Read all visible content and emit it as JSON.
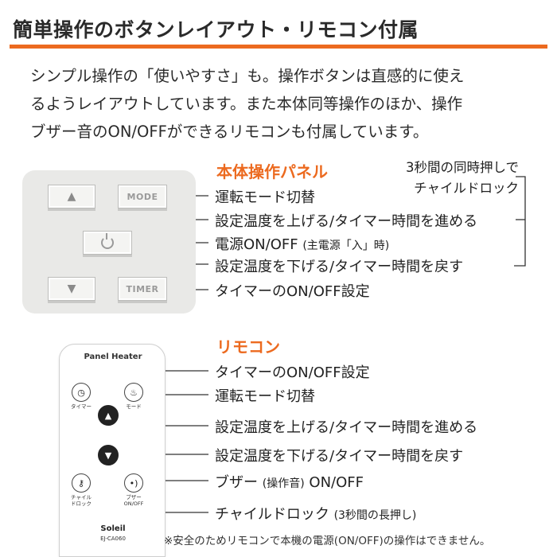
{
  "header": {
    "title": "簡単操作のボタンレイアウト・リモコン付属",
    "accent_color": "#ec6a1f"
  },
  "intro": {
    "lines": [
      "シンプル操作の「使いやすさ」も。操作ボタンは直感的に使え",
      "るようレイアウトしています。また本体同等操作のほか、操作",
      "ブザー音のON/OFFができるリモコンも付属しています。"
    ]
  },
  "panel_section": {
    "title": "本体操作パネル",
    "note": [
      "3秒間の同時押しで",
      "チャイルドロック"
    ],
    "buttons": {
      "up_icon": "up-triangle-icon",
      "mode": "MODE",
      "power_icon": "power-icon",
      "down_icon": "down-triangle-icon",
      "timer": "TIMER"
    },
    "labels": {
      "mode": "運転モード切替",
      "up": "設定温度を上げる/タイマー時間を進める",
      "power_main": "電源ON/OFF",
      "power_sub": "(主電源「入」時)",
      "down": "設定温度を下げる/タイマー時間を戻す",
      "timer": "タイマーのON/OFF設定"
    }
  },
  "remote_section": {
    "title": "リモコン",
    "remote": {
      "title": "Panel Heater",
      "brand": "Soleil",
      "model": "EJ-CA060",
      "captions": {
        "timer": "タイマー",
        "mode": "モード",
        "lock_1": "チャイル",
        "lock_2": "ドロック",
        "buzzer_1": "ブザー",
        "buzzer_2": "ON/OFF"
      }
    },
    "labels": {
      "timer": "タイマーのON/OFF設定",
      "mode": "運転モード切替",
      "up": "設定温度を上げる/タイマー時間を進める",
      "down": "設定温度を下げる/タイマー時間を戻す",
      "buzzer_main": "ブザー",
      "buzzer_sub": "(操作音)",
      "buzzer_tail": "ON/OFF",
      "lock_main": "チャイルドロック",
      "lock_sub": "(3秒間の長押し)"
    }
  },
  "footnote": "※安全のためリモコンで本機の電源(ON/OFF)の操作はできません。"
}
